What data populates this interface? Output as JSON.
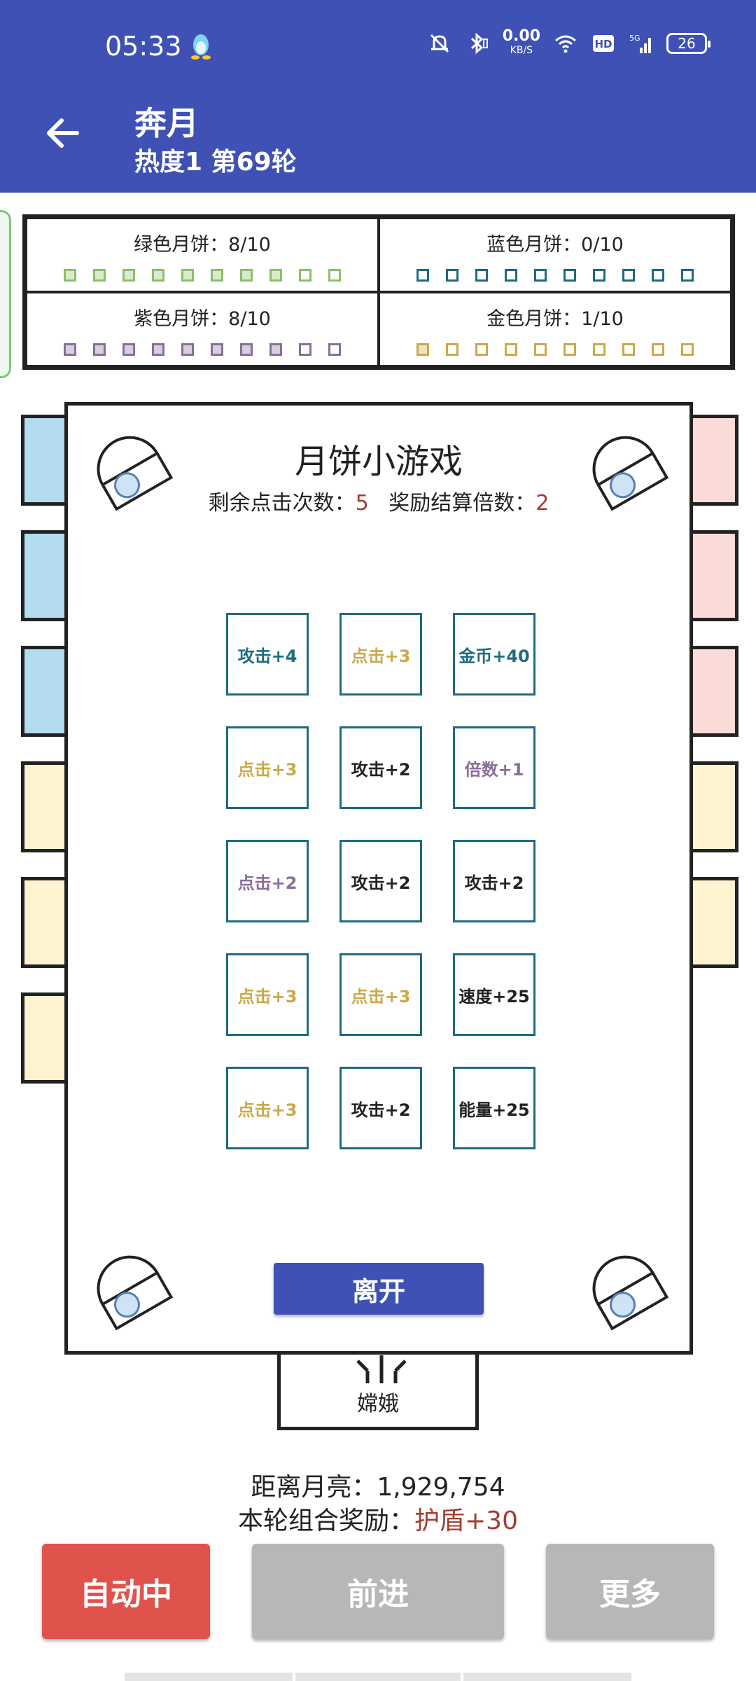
{
  "status_bar": {
    "time": "05:33",
    "net_speed_value": "0.00",
    "net_speed_unit": "KB/S",
    "battery": "26",
    "icons": [
      "qq-penguin-icon",
      "mute-bell-icon",
      "bluetooth-icon",
      "wifi-icon",
      "hd-icon",
      "signal-5g-icon",
      "battery-icon"
    ]
  },
  "app_bar": {
    "title": "奔月",
    "subtitle": "热度1 第69轮"
  },
  "counters": [
    {
      "label": "绿色月饼：8/10",
      "filled": 8,
      "total": 10,
      "color": "#8cbf6b"
    },
    {
      "label": "蓝色月饼：0/10",
      "filled": 0,
      "total": 10,
      "color": "#1e6b80"
    },
    {
      "label": "紫色月饼：8/10",
      "filled": 8,
      "total": 10,
      "color": "#8a6e99"
    },
    {
      "label": "金色月饼：1/10",
      "filled": 1,
      "total": 10,
      "color": "#c9a94a"
    }
  ],
  "modal": {
    "title": "月饼小游戏",
    "clicks_label": "剩余点击次数：",
    "clicks_value": "5",
    "multiplier_label": "奖励结算倍数：",
    "multiplier_value": "2",
    "tiles": [
      {
        "text": "攻击+4",
        "color": "#1e6b80"
      },
      {
        "text": "点击+3",
        "color": "#c9a94a"
      },
      {
        "text": "金币+40",
        "color": "#1e6b80"
      },
      {
        "text": "点击+3",
        "color": "#c9a94a"
      },
      {
        "text": "攻击+2",
        "color": "#222222"
      },
      {
        "text": "倍数+1",
        "color": "#8a6e99"
      },
      {
        "text": "点击+2",
        "color": "#8a6e99"
      },
      {
        "text": "攻击+2",
        "color": "#222222"
      },
      {
        "text": "攻击+2",
        "color": "#222222"
      },
      {
        "text": "点击+3",
        "color": "#c9a94a"
      },
      {
        "text": "点击+3",
        "color": "#c9a94a"
      },
      {
        "text": "速度+25",
        "color": "#222222"
      },
      {
        "text": "点击+3",
        "color": "#c9a94a"
      },
      {
        "text": "攻击+2",
        "color": "#222222"
      },
      {
        "text": "能量+25",
        "color": "#222222"
      }
    ],
    "leave_label": "离开"
  },
  "change_box": {
    "label": "嫦娥"
  },
  "info": {
    "distance": "距离月亮：1,929,754",
    "combo_label": "本轮组合奖励：",
    "combo_reward": "护盾+30"
  },
  "buttons": {
    "auto": "自动中",
    "forward": "前进",
    "more": "更多"
  }
}
